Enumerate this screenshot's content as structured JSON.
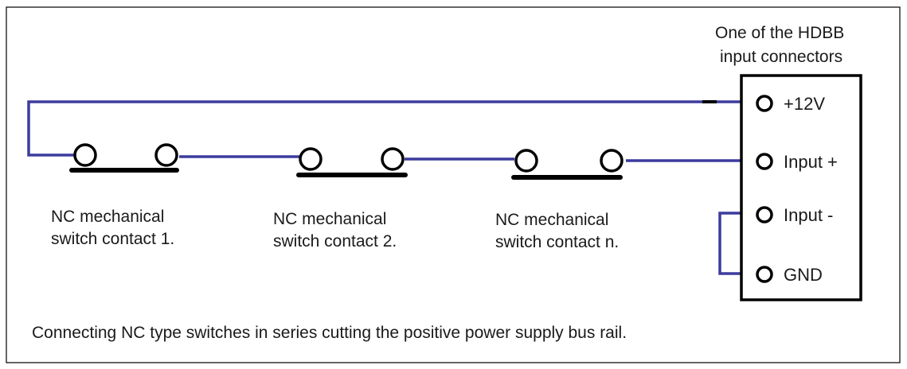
{
  "connector": {
    "title_line1": "One of the HDBB",
    "title_line2": "input connectors",
    "pins": [
      "+12V",
      "Input +",
      "Input -",
      "GND"
    ]
  },
  "switches": [
    {
      "line1": "NC mechanical",
      "line2": "switch contact 1."
    },
    {
      "line1": "NC mechanical",
      "line2": "switch contact 2."
    },
    {
      "line1": "NC mechanical",
      "line2": "switch contact n."
    }
  ],
  "caption": "Connecting NC type switches in series cutting the positive power supply bus rail.",
  "colors": {
    "wire": "#3c3c9e",
    "frame": "#000000",
    "text": "#1a1a1a"
  }
}
